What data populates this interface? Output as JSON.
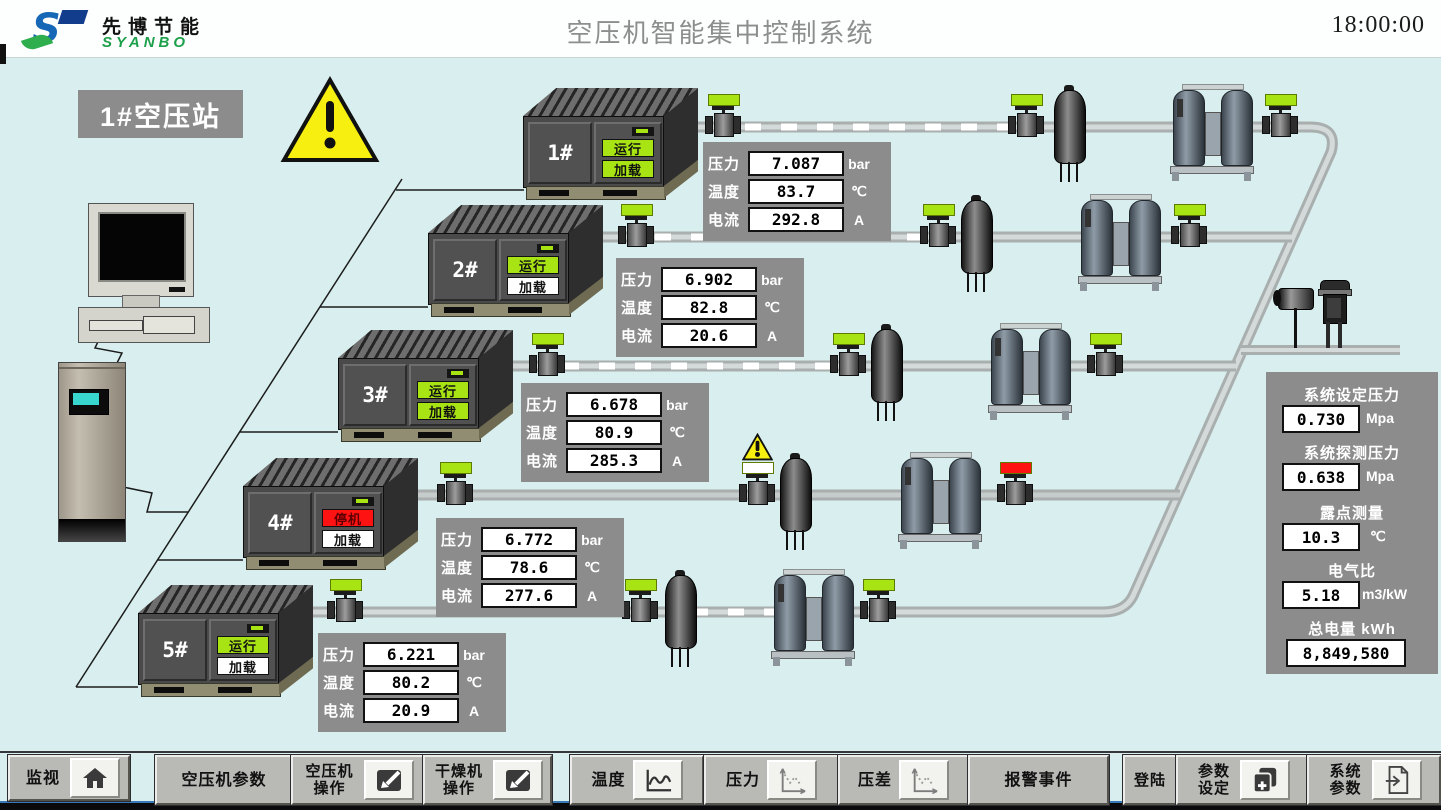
{
  "header": {
    "logo_s": "S",
    "logo_cn": "先博节能",
    "logo_en": "SYANBO",
    "title": "空压机智能集中控制系统",
    "time": "18:00:00"
  },
  "station": {
    "label": "1#空压站"
  },
  "metric_labels": {
    "pressure": "压力",
    "temperature": "温度",
    "current": "电流"
  },
  "metric_units": {
    "pressure": "bar",
    "temperature": "℃",
    "current": "A"
  },
  "compressors": [
    {
      "label": "1#",
      "run_label": "运行",
      "load_label": "加载",
      "run_bg": "#a8e414",
      "run_fg": "#111111",
      "load_bg": "#a8e414",
      "pressure": "7.087",
      "temperature": "83.7",
      "current": "292.8"
    },
    {
      "label": "2#",
      "run_label": "运行",
      "load_label": "加载",
      "run_bg": "#a8e414",
      "run_fg": "#111111",
      "load_bg": "#ffffff",
      "pressure": "6.902",
      "temperature": "82.8",
      "current": "20.6"
    },
    {
      "label": "3#",
      "run_label": "运行",
      "load_label": "加载",
      "run_bg": "#a8e414",
      "run_fg": "#111111",
      "load_bg": "#a8e414",
      "pressure": "6.678",
      "temperature": "80.9",
      "current": "285.3"
    },
    {
      "label": "4#",
      "run_label": "停机",
      "load_label": "加载",
      "run_bg": "#ff1212",
      "run_fg": "#5f0000",
      "load_bg": "#ffffff",
      "pressure": "6.772",
      "temperature": "78.6",
      "current": "277.6"
    },
    {
      "label": "5#",
      "run_label": "运行",
      "load_label": "加载",
      "run_bg": "#a8e414",
      "run_fg": "#111111",
      "load_bg": "#ffffff",
      "pressure": "6.221",
      "temperature": "80.2",
      "current": "20.9"
    }
  ],
  "indicator_colors": [
    "#a8e414",
    "#a8e414",
    "#a8e414",
    "#a8e414",
    "#a8e414",
    "#a8e414",
    "#a8e414",
    "#a8e414",
    "#a8e414",
    "#a8e414",
    "#ffffff",
    "#ff1212",
    "#a8e414",
    "#a8e414",
    "#a8e414"
  ],
  "right_panel": {
    "fields": [
      {
        "label": "系统设定压力",
        "value": "0.730",
        "unit": "Mpa"
      },
      {
        "label": "系统探测压力",
        "value": "0.638",
        "unit": "Mpa"
      },
      {
        "label": "露点测量",
        "value": "10.3",
        "unit": "℃"
      },
      {
        "label": "电气比",
        "value": "5.18",
        "unit": "m3/kW"
      },
      {
        "label": "总电量 kWh",
        "value": "8,849,580",
        "unit": ""
      }
    ]
  },
  "toolbar": {
    "buttons": [
      {
        "label": "监视",
        "icon": "home-icon"
      },
      {
        "label": "空压机参数",
        "icon": ""
      },
      {
        "label": "空压机操作",
        "icon": "edit-icon"
      },
      {
        "label": "干燥机操作",
        "icon": "edit-icon"
      },
      {
        "label": "温度",
        "icon": "trend-chart-icon"
      },
      {
        "label": "压力",
        "icon": "dotted-chart-icon"
      },
      {
        "label": "压差",
        "icon": "dotted-chart-icon"
      },
      {
        "label": "报警事件",
        "icon": ""
      },
      {
        "label": "登陆",
        "icon": ""
      },
      {
        "label": "参数设定",
        "icon": "copy-plus-icon"
      },
      {
        "label": "系统参数",
        "icon": "doc-export-icon"
      }
    ]
  }
}
